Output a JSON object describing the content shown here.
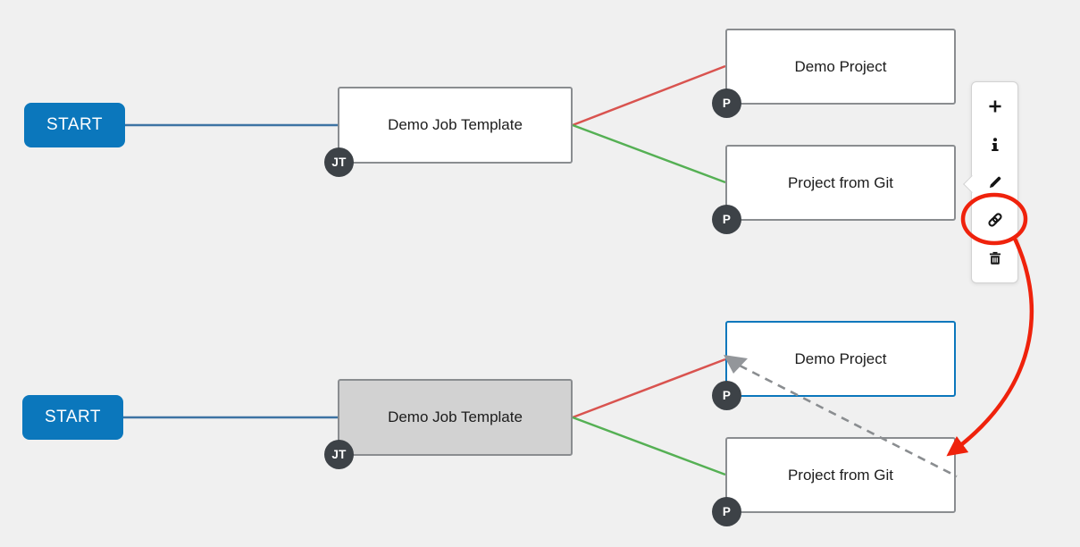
{
  "colors": {
    "canvas-bg": "#f0f0f0",
    "primary-blue": "#0b77bc",
    "connector-blue": "#3d73a3",
    "connector-red": "#d9534f",
    "connector-green": "#55b054",
    "node-border": "#8a8d90",
    "node-bg": "#ffffff",
    "node-selected-bg": "#d2d2d2",
    "node-active-border": "#0b77bc",
    "badge-bg": "#3d4247",
    "badge-text": "#ffffff",
    "icon-color": "#151515",
    "toolbar-border": "#d2d2d2",
    "dashed-link": "#8a8d90",
    "triangle-gray": "#93969a",
    "annotation-red": "#ef220c",
    "start-text": "#ffffff",
    "label-text": "#1c1c1c"
  },
  "top": {
    "start_label": "START",
    "nodes": {
      "job_template": {
        "label": "Demo Job Template",
        "badge": "JT"
      },
      "demo_project": {
        "label": "Demo Project",
        "badge": "P"
      },
      "project_from_git": {
        "label": "Project from Git",
        "badge": "P"
      }
    }
  },
  "bottom": {
    "start_label": "START",
    "nodes": {
      "job_template": {
        "label": "Demo Job Template",
        "badge": "JT",
        "state": "selected"
      },
      "demo_project": {
        "label": "Demo Project",
        "badge": "P",
        "state": "link-source"
      },
      "project_from_git": {
        "label": "Project from Git",
        "badge": "P",
        "state": "link-target"
      }
    }
  },
  "toolbar": {
    "icons": [
      {
        "name": "add"
      },
      {
        "name": "info"
      },
      {
        "name": "edit"
      },
      {
        "name": "link"
      },
      {
        "name": "delete"
      }
    ]
  }
}
